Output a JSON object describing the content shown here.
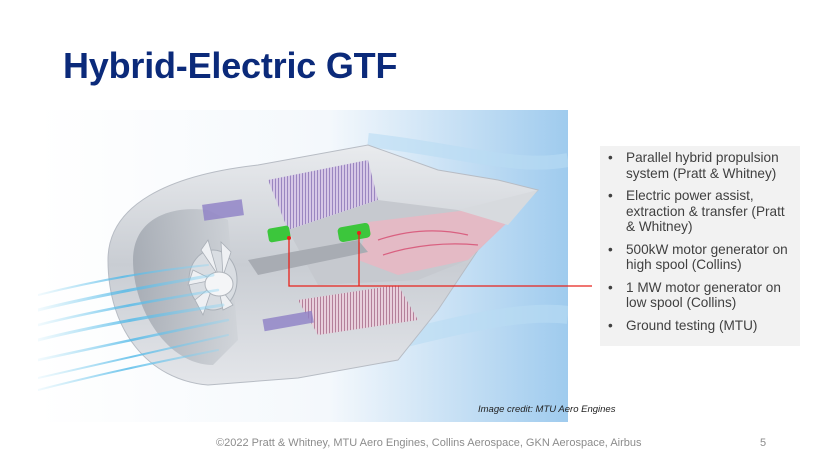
{
  "slide": {
    "title": "Hybrid-Electric GTF",
    "page_number": "5",
    "footer": "©2022 Pratt & Whitney, MTU Aero Engines, Collins Aerospace, GKN Aerospace, Airbus",
    "image_credit": "Image credit: MTU Aero Engines"
  },
  "illustration": {
    "subject": "geared-turbofan-engine-cutaway",
    "callout_color": "#e8231c",
    "highlight_color": "#3cc63c"
  },
  "bullets": [
    {
      "text": "Parallel hybrid propulsion system (Pratt & Whitney)"
    },
    {
      "text": "Electric power assist, extraction & transfer (Pratt & Whitney)"
    },
    {
      "text": "500kW motor generator on high spool (Collins)"
    },
    {
      "text": "1 MW motor generator on low spool (Collins)"
    },
    {
      "text": "Ground testing (MTU)"
    }
  ],
  "bullet_glyph": "•",
  "colors": {
    "title": "#0b2a7a",
    "bullet_box_bg": "#f2f2f2",
    "bullet_text": "#404040",
    "footer_text": "#8c8c8c"
  }
}
